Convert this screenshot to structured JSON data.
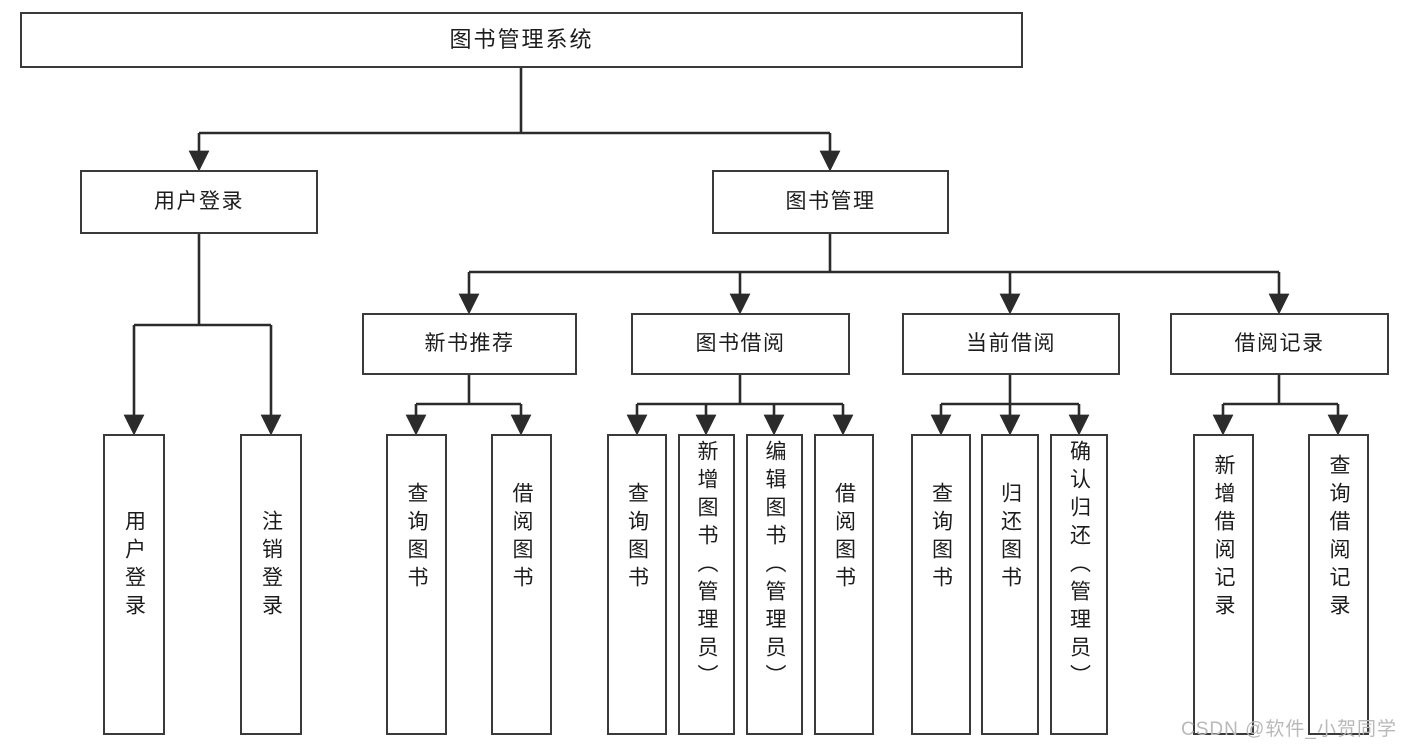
{
  "diagram": {
    "type": "tree-hierarchy",
    "title": "图书管理系统",
    "watermark": "CSDN @软件_小贺同学",
    "colors": {
      "background": "#ffffff",
      "box_border": "#3a3a3a",
      "box_fill": "#ffffff",
      "connector": "#2b2b2b",
      "text": "#1c1c1c",
      "watermark": "#b9b9b9"
    },
    "levels": [
      {
        "index": 0,
        "name": "system"
      },
      {
        "index": 1,
        "name": "module"
      },
      {
        "index": 2,
        "name": "submodule"
      },
      {
        "index": 3,
        "name": "function"
      }
    ],
    "nodes": {
      "root": {
        "label": "图书管理系统"
      },
      "level1": [
        {
          "id": "user-login",
          "label": "用户登录"
        },
        {
          "id": "book-manage",
          "label": "图书管理"
        }
      ],
      "level2": [
        {
          "id": "new-book-recommend",
          "label": "新书推荐",
          "parent": "book-manage"
        },
        {
          "id": "book-borrow",
          "label": "图书借阅",
          "parent": "book-manage"
        },
        {
          "id": "current-borrow",
          "label": "当前借阅",
          "parent": "book-manage"
        },
        {
          "id": "borrow-record",
          "label": "借阅记录",
          "parent": "book-manage"
        }
      ],
      "leaves": {
        "user-login": [
          {
            "id": "leaf-user-login",
            "label": "用户登录"
          },
          {
            "id": "leaf-user-logout",
            "label": "注销登录"
          }
        ],
        "new-book-recommend": [
          {
            "id": "leaf-query-book-1",
            "label": "查询图书"
          },
          {
            "id": "leaf-borrow-book-1",
            "label": "借阅图书"
          }
        ],
        "book-borrow": [
          {
            "id": "leaf-query-book-2",
            "label": "查询图书"
          },
          {
            "id": "leaf-add-book",
            "label": "新增图书（管理员）"
          },
          {
            "id": "leaf-edit-book",
            "label": "编辑图书（管理员）"
          },
          {
            "id": "leaf-borrow-book-2",
            "label": "借阅图书"
          }
        ],
        "current-borrow": [
          {
            "id": "leaf-query-book-3",
            "label": "查询图书"
          },
          {
            "id": "leaf-return-book",
            "label": "归还图书"
          },
          {
            "id": "leaf-confirm-return",
            "label": "确认归还（管理员）"
          }
        ],
        "borrow-record": [
          {
            "id": "leaf-add-record",
            "label": "新增借阅记录"
          },
          {
            "id": "leaf-query-record",
            "label": "查询借阅记录"
          }
        ]
      }
    }
  }
}
